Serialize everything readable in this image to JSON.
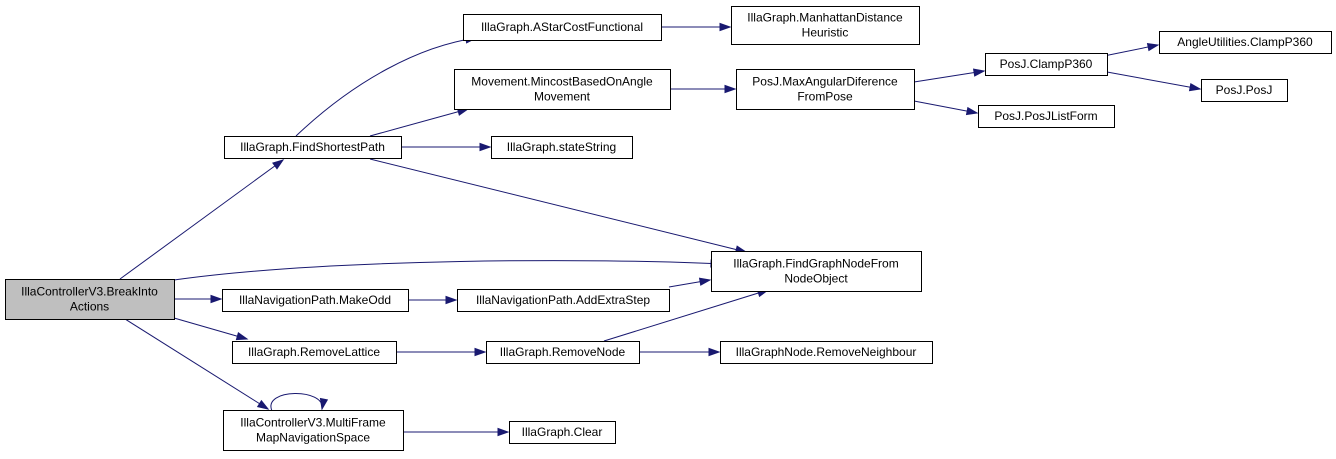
{
  "nodes": {
    "breakinto": {
      "lines": [
        "IllaControllerV3.BreakInto",
        "Actions"
      ],
      "root": true
    },
    "findshortest": {
      "lines": [
        "IllaGraph.FindShortestPath"
      ]
    },
    "astar": {
      "lines": [
        "IllaGraph.AStarCostFunctional"
      ]
    },
    "manhattan": {
      "lines": [
        "IllaGraph.ManhattanDistance",
        "Heuristic"
      ]
    },
    "mincost": {
      "lines": [
        "Movement.MincostBasedOnAngle",
        "Movement"
      ]
    },
    "maxangular": {
      "lines": [
        "PosJ.MaxAngularDiference",
        "FromPose"
      ]
    },
    "clampposj": {
      "lines": [
        "PosJ.ClampP360"
      ]
    },
    "angleclamp": {
      "lines": [
        "AngleUtilities.ClampP360"
      ]
    },
    "posjposj": {
      "lines": [
        "PosJ.PosJ"
      ]
    },
    "posjlist": {
      "lines": [
        "PosJ.PosJListForm"
      ]
    },
    "statestring": {
      "lines": [
        "IllaGraph.stateString"
      ]
    },
    "findgraphnode": {
      "lines": [
        "IllaGraph.FindGraphNodeFrom",
        "NodeObject"
      ]
    },
    "makeodd": {
      "lines": [
        "IllaNavigationPath.MakeOdd"
      ]
    },
    "addextrastep": {
      "lines": [
        "IllaNavigationPath.AddExtraStep"
      ]
    },
    "removelattice": {
      "lines": [
        "IllaGraph.RemoveLattice"
      ]
    },
    "removenode": {
      "lines": [
        "IllaGraph.RemoveNode"
      ]
    },
    "removeneighbour": {
      "lines": [
        "IllaGraphNode.RemoveNeighbour"
      ]
    },
    "multiframe": {
      "lines": [
        "IllaControllerV3.MultiFrame",
        "MapNavigationSpace"
      ]
    },
    "clear": {
      "lines": [
        "IllaGraph.Clear"
      ]
    }
  },
  "edges": [
    [
      "breakinto",
      "findshortest"
    ],
    [
      "breakinto",
      "findgraphnode"
    ],
    [
      "breakinto",
      "makeodd"
    ],
    [
      "breakinto",
      "removelattice"
    ],
    [
      "breakinto",
      "multiframe"
    ],
    [
      "findshortest",
      "astar"
    ],
    [
      "findshortest",
      "mincost"
    ],
    [
      "findshortest",
      "statestring"
    ],
    [
      "findshortest",
      "findgraphnode"
    ],
    [
      "astar",
      "manhattan"
    ],
    [
      "mincost",
      "maxangular"
    ],
    [
      "maxangular",
      "clampposj"
    ],
    [
      "maxangular",
      "posjlist"
    ],
    [
      "clampposj",
      "angleclamp"
    ],
    [
      "clampposj",
      "posjposj"
    ],
    [
      "makeodd",
      "addextrastep"
    ],
    [
      "addextrastep",
      "findgraphnode"
    ],
    [
      "removelattice",
      "removenode"
    ],
    [
      "removenode",
      "findgraphnode"
    ],
    [
      "removenode",
      "removeneighbour"
    ],
    [
      "multiframe",
      "multiframe"
    ],
    [
      "multiframe",
      "clear"
    ]
  ],
  "colors": {
    "edge": "#191970",
    "root_fill": "#bfbfbf",
    "node_fill": "#ffffff",
    "node_border": "#000000"
  }
}
